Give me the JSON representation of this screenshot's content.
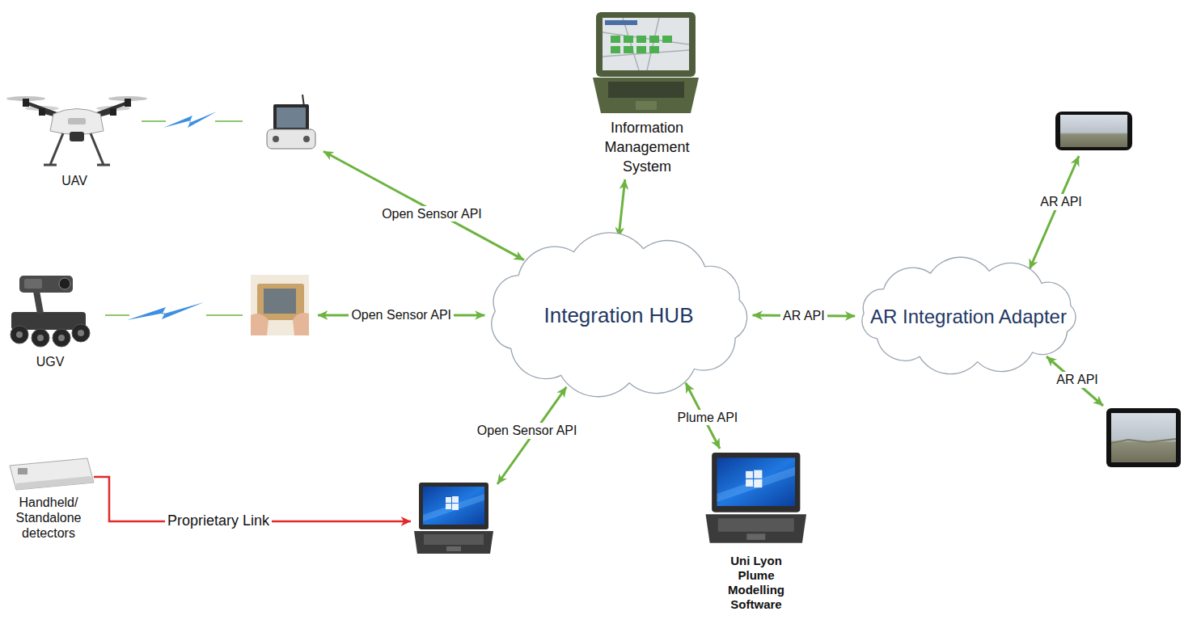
{
  "diagram": {
    "nodes": [
      {
        "text": [
          "UAV"
        ]
      },
      {
        "text": [
          "UGV"
        ]
      },
      {
        "text": [
          "Handheld/ Standalone detectors"
        ]
      },
      {
        "text": [
          "Information Management System"
        ]
      },
      {
        "text": [
          "Integration HUB"
        ]
      },
      {
        "text": [
          "AR Integration Adapter"
        ]
      },
      {
        "text": [
          "Uni Lyon Plume Modelling Software"
        ]
      }
    ],
    "edges": [
      {
        "from": 0,
        "to": 4,
        "label": "Open Sensor API",
        "arrow": "both"
      },
      {
        "from": 1,
        "to": 4,
        "label": "Open Sensor API",
        "arrow": "both"
      },
      {
        "from": 2,
        "to": 4,
        "label": "Open Sensor API",
        "arrow": "both"
      },
      {
        "from": 3,
        "to": 4,
        "arrow": "both"
      },
      {
        "from": 4,
        "to": 5,
        "label": "AR API",
        "arrow": "both"
      },
      {
        "from": 4,
        "to": 6,
        "label": "Plume API",
        "arrow": "both"
      }
    ],
    "labels": [
      "Proprietary Link",
      "AR API",
      "AR API"
    ]
  }
}
